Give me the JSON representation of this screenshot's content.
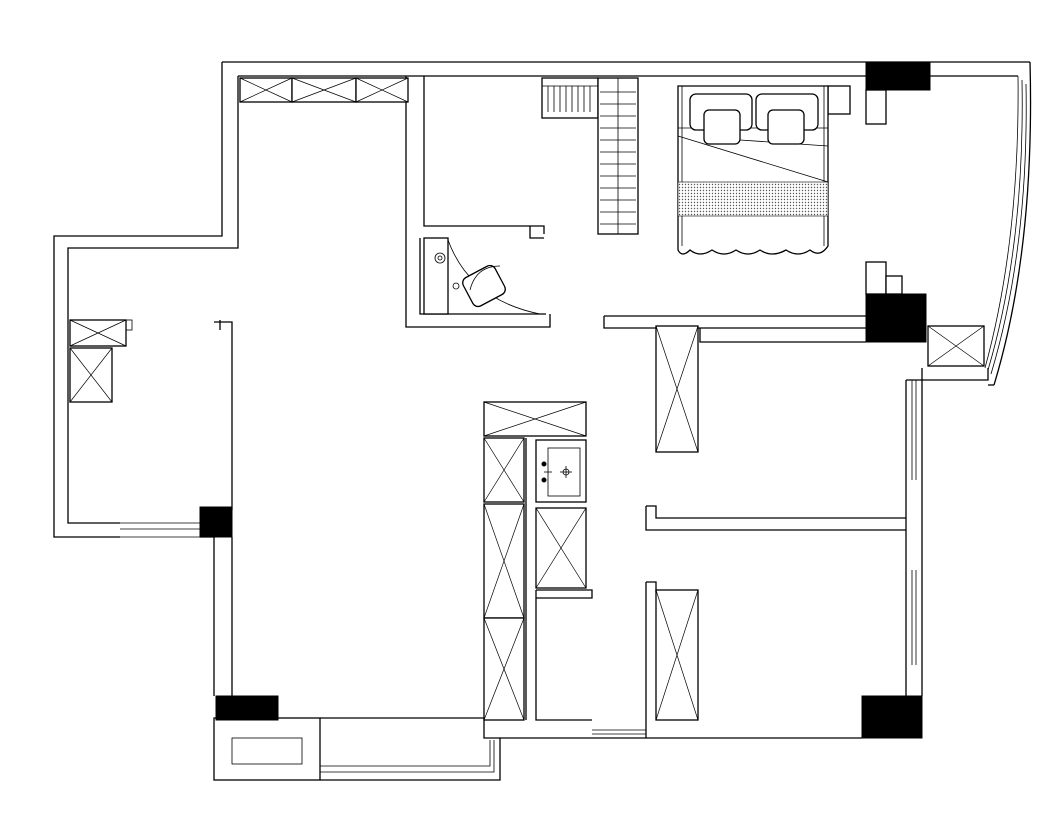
{
  "drawing": {
    "kind": "floor-plan",
    "units": [
      {
        "id": "living-dining",
        "label": ""
      },
      {
        "id": "master-bedroom",
        "label": ""
      },
      {
        "id": "bedroom-2",
        "label": ""
      },
      {
        "id": "bedroom-3",
        "label": ""
      },
      {
        "id": "bathroom",
        "label": ""
      },
      {
        "id": "study-nook",
        "label": ""
      },
      {
        "id": "balcony",
        "label": ""
      }
    ],
    "furniture": [
      "double-bed",
      "pillow-left",
      "pillow-right",
      "nightstand",
      "wardrobe",
      "desk",
      "office-chair",
      "washbasin",
      "closets",
      "bay-window"
    ],
    "colors": {
      "line": "#000000",
      "background": "#ffffff",
      "column": "#000000"
    }
  }
}
